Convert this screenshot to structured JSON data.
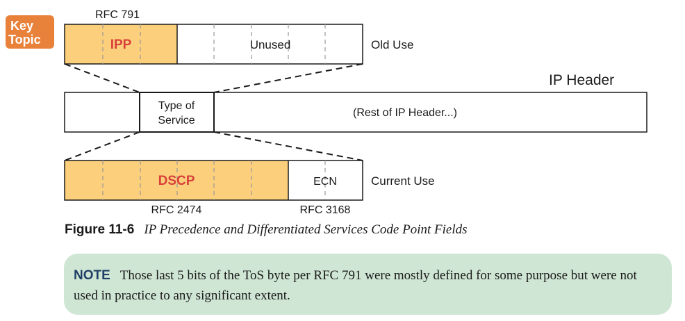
{
  "badge": {
    "line1": "Key",
    "line2": "Topic"
  },
  "old_use": {
    "rfc": "RFC 791",
    "ipp_label": "IPP",
    "unused_label": "Unused",
    "side_label": "Old Use"
  },
  "ip_header": {
    "title": "IP Header",
    "tos_line1": "Type of",
    "tos_line2": "Service",
    "rest_label": "(Rest of IP Header...)"
  },
  "current_use": {
    "dscp_label": "DSCP",
    "ecn_label": "ECN",
    "side_label": "Current Use",
    "dscp_rfc": "RFC 2474",
    "ecn_rfc": "RFC 3168"
  },
  "caption": {
    "number": "Figure 11-6",
    "title": "IP Precedence and Differentiated Services Code Point Fields"
  },
  "note": {
    "label": "NOTE",
    "text": "Those last 5 bits of the ToS byte per RFC 791 were mostly defined for some purpose but were not used in practice to any significant extent."
  },
  "colors": {
    "field_fill": "#fbcf7c",
    "accent_red": "#d9403a",
    "badge_orange": "#e8813a",
    "note_bg": "#cfe6d4",
    "note_label": "#1f3f66"
  }
}
